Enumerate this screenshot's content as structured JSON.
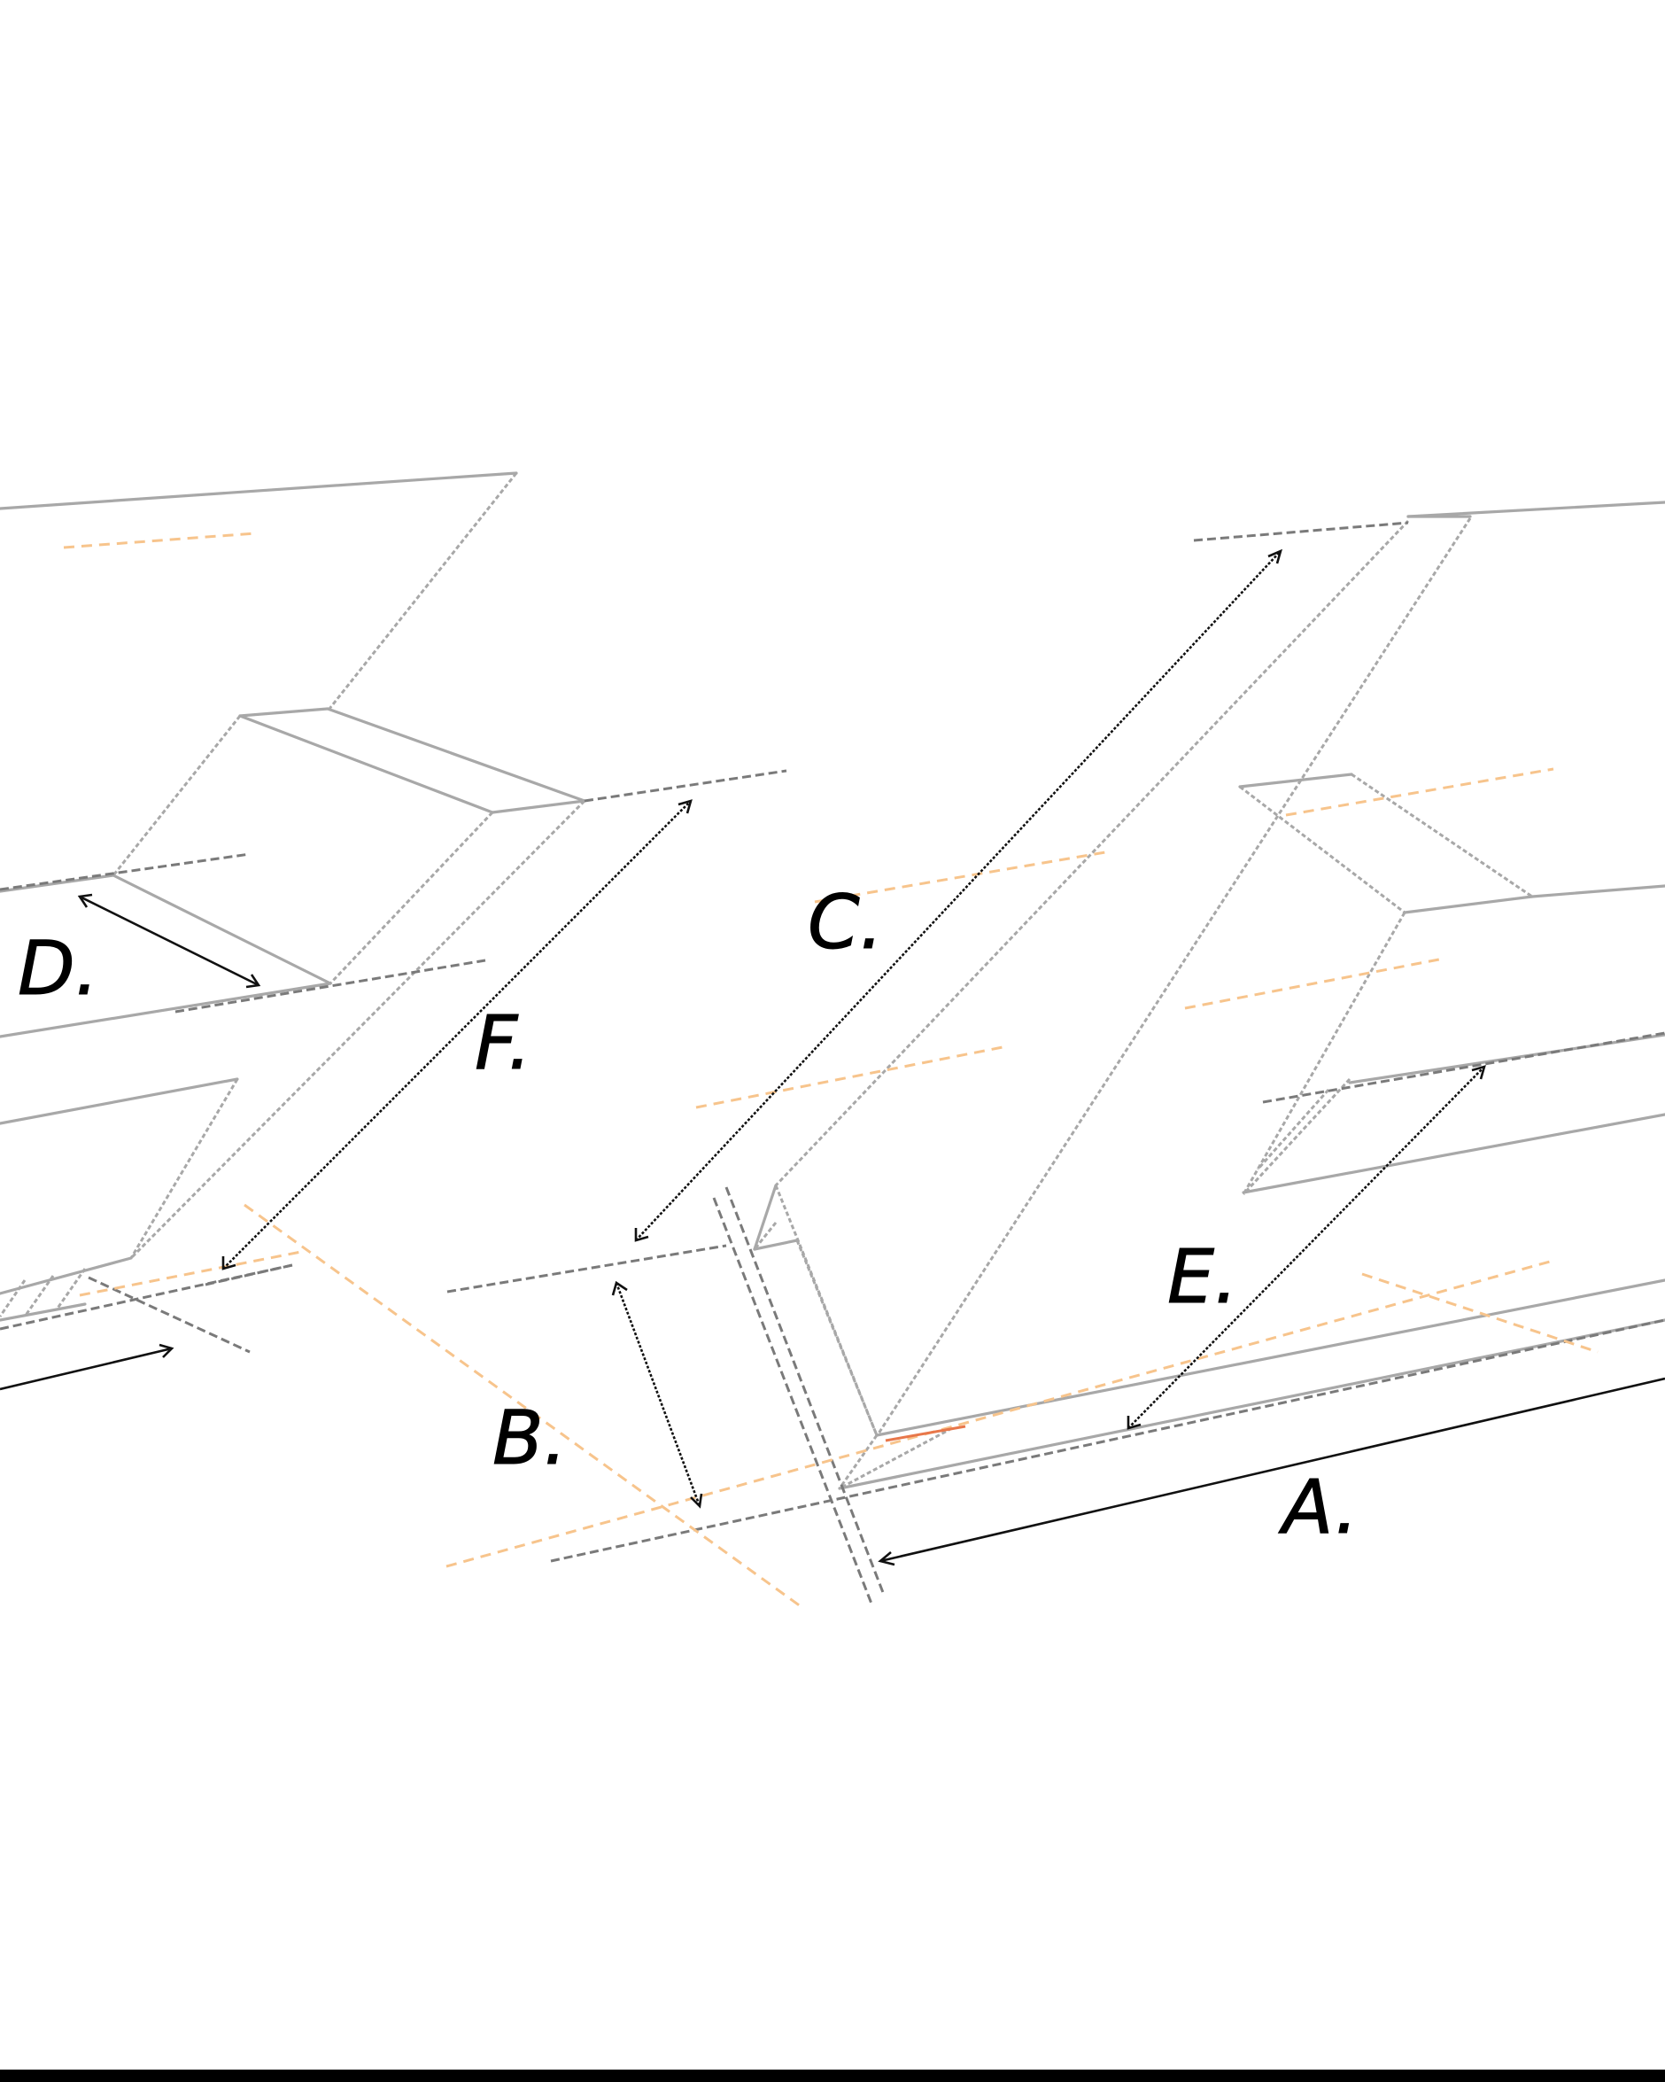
{
  "labels": {
    "a": "A.",
    "b": "B.",
    "c": "C.",
    "d": "D.",
    "e": "E.",
    "f": "F."
  },
  "colors": {
    "edge": "#a8a8a8",
    "extension": "#7a7a7a",
    "guide": "#f7c48c",
    "highlight": "#e8774a",
    "dimension": "#111111",
    "bar": "#000000"
  }
}
